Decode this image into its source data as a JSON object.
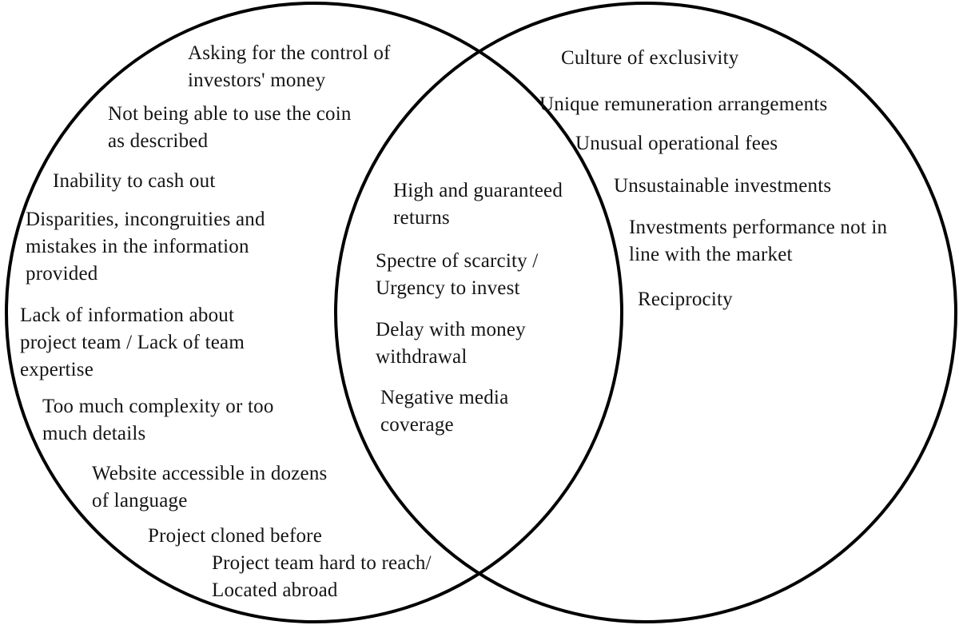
{
  "venn": {
    "colors": {
      "circle_stroke": "#000000",
      "background": "#ffffff",
      "text": "#141414"
    },
    "left_items": [
      "Asking for the control of\ninvestors' money",
      "Not being able to use the coin\nas described",
      "Inability to cash out",
      "Disparities, incongruities and\nmistakes in the information\nprovided",
      "Lack of information about\nproject team / Lack of team\nexpertise",
      "Too much complexity or too\nmuch details",
      "Website accessible in dozens\nof language",
      "Project cloned before",
      "Project team hard to reach/\nLocated abroad"
    ],
    "middle_items": [
      "High and guaranteed\nreturns",
      "Spectre of scarcity /\nUrgency to invest",
      "Delay with money\nwithdrawal",
      "Negative media\ncoverage"
    ],
    "right_items": [
      "Culture of exclusivity",
      "Unique remuneration arrangements",
      "Unusual operational fees",
      "Unsustainable investments",
      "Investments performance not in\nline with the market",
      "Reciprocity"
    ]
  }
}
